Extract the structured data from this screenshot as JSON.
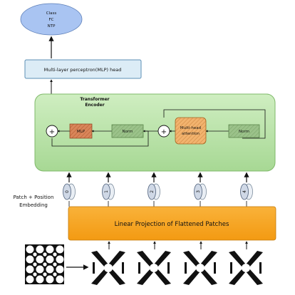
{
  "output_node": {
    "line1": "Class",
    "line2": "FC",
    "line3": "NTP"
  },
  "mlp_head": {
    "label": "Multi-layer perceptron(MLP) head"
  },
  "encoder": {
    "title_line1": "Transformer",
    "title_line2": "Encoder",
    "plus_symbol": "+",
    "mlp_block": "MLP",
    "norm_block": "Norm",
    "attention_line1": "Multi-head",
    "attention_line2": "attention"
  },
  "embedding_label": {
    "line1": "Patch + Position",
    "line2": "Embedding"
  },
  "position_tokens": [
    "0",
    "1",
    "2",
    "3",
    "4"
  ],
  "linear_projection": {
    "label": "Linear Projection of Flattened Patches"
  },
  "colors": {
    "output_node": "#a9c4f2",
    "mlp_head": "#dcecf6",
    "encoder": "#b8e2a6",
    "mlp_block": "#d9855a",
    "norm_block": "#9bc28a",
    "attention_block": "#f2b36e",
    "linear_projection": "#f7a82a"
  }
}
